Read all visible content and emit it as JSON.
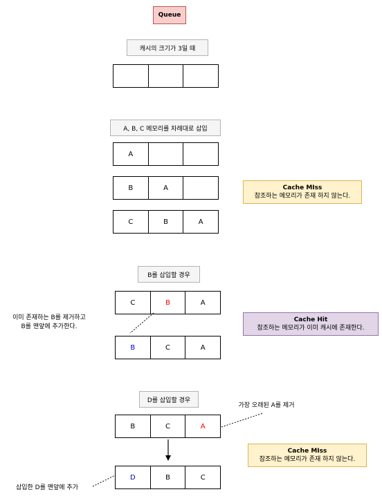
{
  "title": "Queue",
  "cache_size_label": "캐시의 크기가 3일 때",
  "empty_cache": [
    "",
    "",
    ""
  ],
  "insert_abc_label": "A, B, C 메모리를 차례대로 삽입",
  "insert_rows": [
    [
      "A",
      "",
      ""
    ],
    [
      "B",
      "A",
      ""
    ],
    [
      "C",
      "B",
      "A"
    ]
  ],
  "miss_note_1": {
    "title": "Cache MIss",
    "body": "참조하는 메모리가 존재 하지 않는다."
  },
  "insert_b_label": "B를 삽입할 경우",
  "b_before": [
    "C",
    "B",
    "A"
  ],
  "b_after": [
    "B",
    "C",
    "A"
  ],
  "b_annotation": [
    "이미 존재하는 B를 제거하고",
    "B를 맨앞에 추가한다."
  ],
  "hit_note": {
    "title": "Cache Hit",
    "body": "참조하는 메모리가 이미 캐시에 존재한다."
  },
  "insert_d_label": "D를 삽입할 경우",
  "d_before": [
    "B",
    "C",
    "A"
  ],
  "d_after": [
    "D",
    "B",
    "C"
  ],
  "evict_annotation": "가장 오래된 A를 제거",
  "miss_note_2": {
    "title": "Cache MIss",
    "body": "참조하는 메모리가 존재 하지 않는다."
  },
  "d_annotation": "삽입한 D를 맨앞에 추가",
  "colors": {
    "removed": "#ff0000",
    "inserted": "#0000cc",
    "title_fill": "#f8cecc",
    "miss_fill": "#fff2cc",
    "hit_fill": "#e1d5e7"
  }
}
